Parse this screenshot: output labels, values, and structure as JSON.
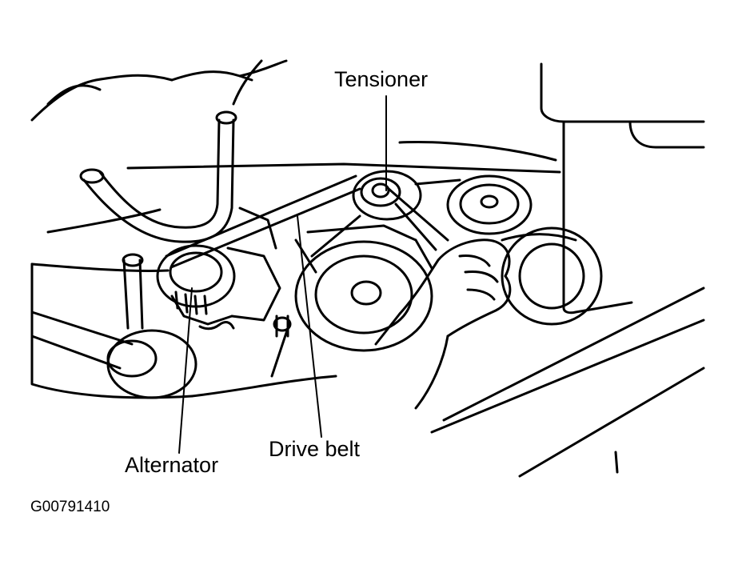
{
  "labels": {
    "tensioner": "Tensioner",
    "drive_belt": "Drive belt",
    "alternator": "Alternator"
  },
  "figure_id": "G00791410"
}
